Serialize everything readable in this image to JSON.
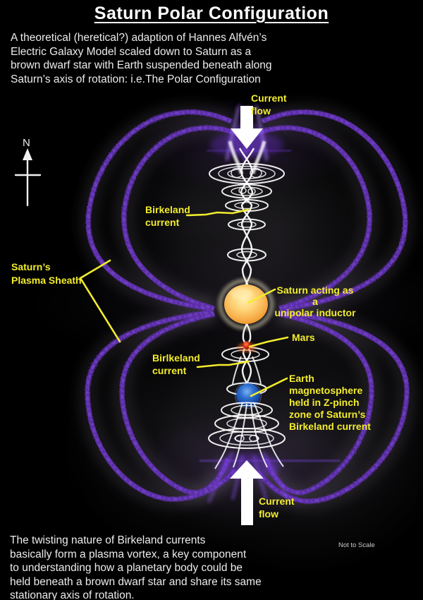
{
  "title": "Saturn Polar Configuration",
  "intro": "A theoretical (heretical?) adaption of Hannes Alfvén’s\nElectric Galaxy Model scaled down to Saturn as a\nbrown dwarf star with Earth suspended beneath along\nSaturn’s axis of rotation: i.e.The Polar Configuration",
  "footer": "The twisting nature of Birkeland currents\nbasically form a plasma vortex, a key component\nto understanding how a planetary body could be\nheld beneath a brown dwarf star and share its same\nstationary axis of rotation.",
  "scale_note": "Not to Scale",
  "compass": {
    "north_label": "N"
  },
  "labels": {
    "current_flow_top": "Current\nflow",
    "birkeland_current_upper": "Birkeland\ncurrent",
    "plasma_sheath": "Saturn’s\nPlasma Sheath",
    "saturn": "Saturn acting as a\nunipolar inductor",
    "mars": "Mars",
    "birkeland_current_lower": "Birlkeland\ncurrent",
    "earth": "Earth\nmagnetosphere\nheld in Z-pinch\nzone of Saturn’s\nBirkeland current",
    "current_flow_bottom": "Current\nflow"
  },
  "colors": {
    "background": "#000000",
    "accent_yellow": "#f3ed2d",
    "plasma_purple": "#5b2da8",
    "saturn_orange": "#f6b44a",
    "mars_red": "#cc2a10",
    "earth_blue": "#1d55b0",
    "text_white": "#ececec",
    "arrow_white": "#ffffff"
  }
}
